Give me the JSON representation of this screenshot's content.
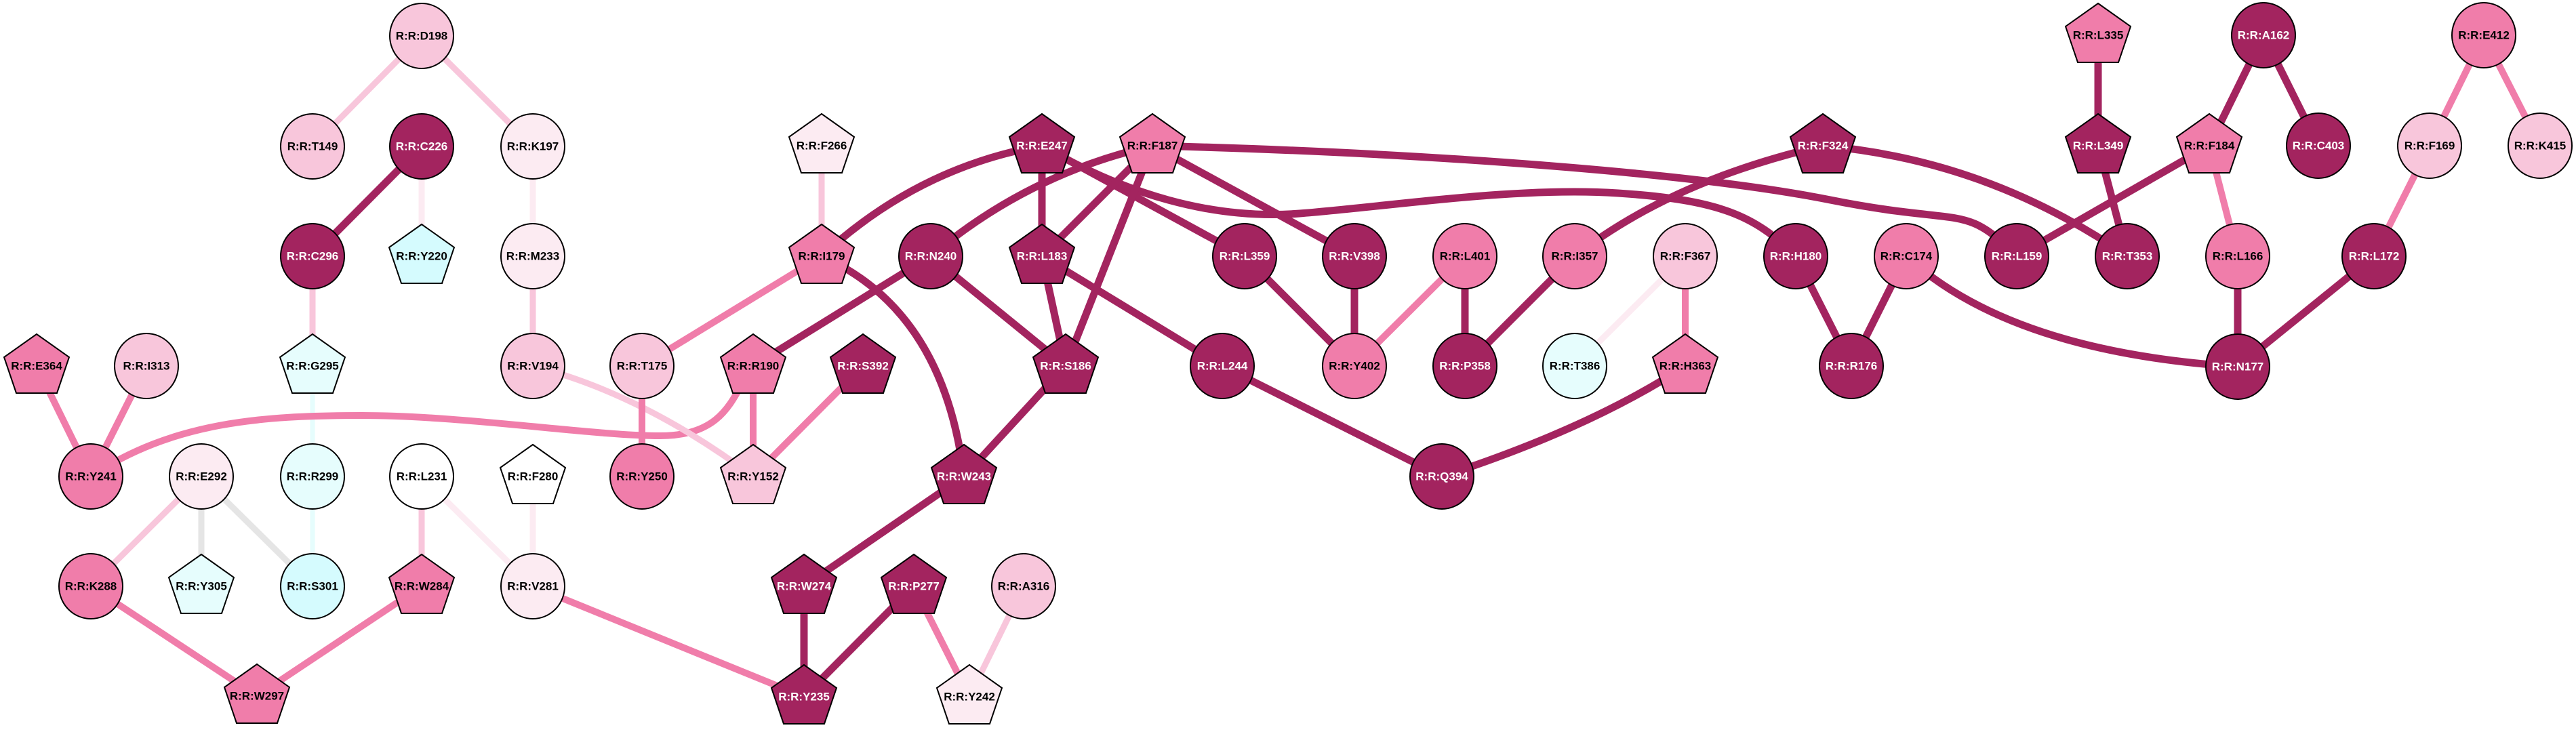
{
  "diagram": {
    "title": "Residue interaction network",
    "palette": {
      "dark": "#A3245F",
      "mid": "#F07DAA",
      "light": "#F8C6DB",
      "pale": "#FCEBF2",
      "white": "#FFFFFF",
      "cyan_light": "#E6FDFD",
      "cyan": "#D5FBFE",
      "gray": "#E5E5E5"
    },
    "label_colors": {
      "dark": "#FFFFFF",
      "mid": "#000000",
      "light": "#000000",
      "pale": "#000000",
      "white": "#000000",
      "cyan_light": "#000000",
      "cyan": "#000000"
    },
    "nodes": [
      {
        "id": "D198",
        "label": "R:R:D198",
        "shape": "circle",
        "color": "light"
      },
      {
        "id": "T149",
        "label": "R:R:T149",
        "shape": "circle",
        "color": "light"
      },
      {
        "id": "C226",
        "label": "R:R:C226",
        "shape": "circle",
        "color": "dark"
      },
      {
        "id": "K197",
        "label": "R:R:K197",
        "shape": "circle",
        "color": "pale"
      },
      {
        "id": "C296",
        "label": "R:R:C296",
        "shape": "circle",
        "color": "dark"
      },
      {
        "id": "Y220",
        "label": "R:R:Y220",
        "shape": "pentagon",
        "color": "cyan"
      },
      {
        "id": "M233",
        "label": "R:R:M233",
        "shape": "circle",
        "color": "pale"
      },
      {
        "id": "E364",
        "label": "R:R:E364",
        "shape": "pentagon",
        "color": "mid"
      },
      {
        "id": "I313",
        "label": "R:R:I313",
        "shape": "circle",
        "color": "light"
      },
      {
        "id": "G295",
        "label": "R:R:G295",
        "shape": "pentagon",
        "color": "cyan_light"
      },
      {
        "id": "V194",
        "label": "R:R:V194",
        "shape": "circle",
        "color": "light"
      },
      {
        "id": "T175",
        "label": "R:R:T175",
        "shape": "circle",
        "color": "light"
      },
      {
        "id": "R190",
        "label": "R:R:R190",
        "shape": "pentagon",
        "color": "mid"
      },
      {
        "id": "S392",
        "label": "R:R:S392",
        "shape": "pentagon",
        "color": "dark"
      },
      {
        "id": "Y241",
        "label": "R:R:Y241",
        "shape": "circle",
        "color": "mid"
      },
      {
        "id": "E292",
        "label": "R:R:E292",
        "shape": "circle",
        "color": "pale"
      },
      {
        "id": "R299",
        "label": "R:R:R299",
        "shape": "circle",
        "color": "cyan_light"
      },
      {
        "id": "L231",
        "label": "R:R:L231",
        "shape": "circle",
        "color": "white"
      },
      {
        "id": "F280",
        "label": "R:R:F280",
        "shape": "pentagon",
        "color": "white"
      },
      {
        "id": "Y250",
        "label": "R:R:Y250",
        "shape": "circle",
        "color": "mid"
      },
      {
        "id": "Y152",
        "label": "R:R:Y152",
        "shape": "pentagon",
        "color": "light"
      },
      {
        "id": "W243",
        "label": "R:R:W243",
        "shape": "pentagon",
        "color": "dark"
      },
      {
        "id": "K288",
        "label": "R:R:K288",
        "shape": "circle",
        "color": "mid"
      },
      {
        "id": "Y305",
        "label": "R:R:Y305",
        "shape": "pentagon",
        "color": "cyan_light"
      },
      {
        "id": "S301",
        "label": "R:R:S301",
        "shape": "circle",
        "color": "cyan"
      },
      {
        "id": "W284",
        "label": "R:R:W284",
        "shape": "pentagon",
        "color": "mid"
      },
      {
        "id": "V281",
        "label": "R:R:V281",
        "shape": "circle",
        "color": "pale"
      },
      {
        "id": "W274",
        "label": "R:R:W274",
        "shape": "pentagon",
        "color": "dark"
      },
      {
        "id": "P277",
        "label": "R:R:P277",
        "shape": "pentagon",
        "color": "dark"
      },
      {
        "id": "A316",
        "label": "R:R:A316",
        "shape": "circle",
        "color": "light"
      },
      {
        "id": "W297",
        "label": "R:R:W297",
        "shape": "pentagon",
        "color": "mid"
      },
      {
        "id": "Y235",
        "label": "R:R:Y235",
        "shape": "pentagon",
        "color": "dark"
      },
      {
        "id": "Y242",
        "label": "R:R:Y242",
        "shape": "pentagon",
        "color": "pale"
      },
      {
        "id": "F266",
        "label": "R:R:F266",
        "shape": "pentagon",
        "color": "pale"
      },
      {
        "id": "I179",
        "label": "R:R:I179",
        "shape": "pentagon",
        "color": "mid"
      },
      {
        "id": "N240",
        "label": "R:R:N240",
        "shape": "circle",
        "color": "dark"
      },
      {
        "id": "E247",
        "label": "R:R:E247",
        "shape": "pentagon",
        "color": "dark"
      },
      {
        "id": "F187",
        "label": "R:R:F187",
        "shape": "pentagon",
        "color": "mid"
      },
      {
        "id": "L183",
        "label": "R:R:L183",
        "shape": "pentagon",
        "color": "dark"
      },
      {
        "id": "L359",
        "label": "R:R:L359",
        "shape": "circle",
        "color": "dark"
      },
      {
        "id": "V398",
        "label": "R:R:V398",
        "shape": "circle",
        "color": "dark"
      },
      {
        "id": "L401",
        "label": "R:R:L401",
        "shape": "circle",
        "color": "mid"
      },
      {
        "id": "S186",
        "label": "R:R:S186",
        "shape": "pentagon",
        "color": "dark"
      },
      {
        "id": "L244",
        "label": "R:R:L244",
        "shape": "circle",
        "color": "dark"
      },
      {
        "id": "Y402",
        "label": "R:R:Y402",
        "shape": "circle",
        "color": "mid"
      },
      {
        "id": "P358",
        "label": "R:R:P358",
        "shape": "circle",
        "color": "dark"
      },
      {
        "id": "Q394",
        "label": "R:R:Q394",
        "shape": "circle",
        "color": "dark"
      },
      {
        "id": "F324",
        "label": "R:R:F324",
        "shape": "pentagon",
        "color": "dark"
      },
      {
        "id": "I357",
        "label": "R:R:I357",
        "shape": "circle",
        "color": "mid"
      },
      {
        "id": "F367",
        "label": "R:R:F367",
        "shape": "circle",
        "color": "light"
      },
      {
        "id": "H180",
        "label": "R:R:H180",
        "shape": "circle",
        "color": "dark"
      },
      {
        "id": "C174",
        "label": "R:R:C174",
        "shape": "circle",
        "color": "mid"
      },
      {
        "id": "T386",
        "label": "R:R:T386",
        "shape": "circle",
        "color": "cyan_light"
      },
      {
        "id": "H363",
        "label": "R:R:H363",
        "shape": "pentagon",
        "color": "mid"
      },
      {
        "id": "R176",
        "label": "R:R:R176",
        "shape": "circle",
        "color": "dark"
      },
      {
        "id": "L335",
        "label": "R:R:L335",
        "shape": "pentagon",
        "color": "mid"
      },
      {
        "id": "A162",
        "label": "R:R:A162",
        "shape": "circle",
        "color": "dark"
      },
      {
        "id": "E412",
        "label": "R:R:E412",
        "shape": "circle",
        "color": "mid"
      },
      {
        "id": "L349",
        "label": "R:R:L349",
        "shape": "pentagon",
        "color": "dark"
      },
      {
        "id": "F184",
        "label": "R:R:F184",
        "shape": "pentagon",
        "color": "mid"
      },
      {
        "id": "C403",
        "label": "R:R:C403",
        "shape": "circle",
        "color": "dark"
      },
      {
        "id": "F169",
        "label": "R:R:F169",
        "shape": "circle",
        "color": "light"
      },
      {
        "id": "K415",
        "label": "R:R:K415",
        "shape": "circle",
        "color": "light"
      },
      {
        "id": "L159",
        "label": "R:R:L159",
        "shape": "circle",
        "color": "dark"
      },
      {
        "id": "T353",
        "label": "R:R:T353",
        "shape": "circle",
        "color": "dark"
      },
      {
        "id": "L166",
        "label": "R:R:L166",
        "shape": "circle",
        "color": "mid"
      },
      {
        "id": "L172",
        "label": "R:R:L172",
        "shape": "circle",
        "color": "dark"
      },
      {
        "id": "N177",
        "label": "R:R:N177",
        "shape": "circle",
        "color": "dark"
      }
    ],
    "edges": [
      {
        "source": "D198",
        "target": "T149",
        "color": "light"
      },
      {
        "source": "D198",
        "target": "K197",
        "color": "light"
      },
      {
        "source": "C226",
        "target": "C296",
        "color": "dark"
      },
      {
        "source": "C226",
        "target": "Y220",
        "color": "pale"
      },
      {
        "source": "K197",
        "target": "M233",
        "color": "pale"
      },
      {
        "source": "M233",
        "target": "V194",
        "color": "light"
      },
      {
        "source": "C296",
        "target": "G295",
        "color": "light"
      },
      {
        "source": "G295",
        "target": "R299",
        "color": "cyan_light"
      },
      {
        "source": "R299",
        "target": "S301",
        "color": "cyan_light"
      },
      {
        "source": "E364",
        "target": "Y241",
        "color": "mid"
      },
      {
        "source": "I313",
        "target": "Y241",
        "color": "mid"
      },
      {
        "source": "Y241",
        "target": "R190",
        "color": "mid"
      },
      {
        "source": "E292",
        "target": "K288",
        "color": "light"
      },
      {
        "source": "E292",
        "target": "Y305",
        "color": "gray"
      },
      {
        "source": "E292",
        "target": "S301",
        "color": "gray"
      },
      {
        "source": "L231",
        "target": "W284",
        "color": "light"
      },
      {
        "source": "L231",
        "target": "V281",
        "color": "pale"
      },
      {
        "source": "F280",
        "target": "V281",
        "color": "pale"
      },
      {
        "source": "K288",
        "target": "W297",
        "color": "mid"
      },
      {
        "source": "W284",
        "target": "W297",
        "color": "mid"
      },
      {
        "source": "V281",
        "target": "Y235",
        "color": "mid"
      },
      {
        "source": "V194",
        "target": "Y152",
        "color": "light"
      },
      {
        "source": "T175",
        "target": "Y250",
        "color": "mid"
      },
      {
        "source": "T175",
        "target": "I179",
        "color": "mid"
      },
      {
        "source": "R190",
        "target": "Y152",
        "color": "mid"
      },
      {
        "source": "S392",
        "target": "Y152",
        "color": "mid"
      },
      {
        "source": "R190",
        "target": "N240",
        "color": "dark"
      },
      {
        "source": "F266",
        "target": "I179",
        "color": "light"
      },
      {
        "source": "I179",
        "target": "E247",
        "color": "dark"
      },
      {
        "source": "I179",
        "target": "W243",
        "color": "dark"
      },
      {
        "source": "N240",
        "target": "F187",
        "color": "dark"
      },
      {
        "source": "N240",
        "target": "S186",
        "color": "dark"
      },
      {
        "source": "E247",
        "target": "L183",
        "color": "dark"
      },
      {
        "source": "E247",
        "target": "L359",
        "color": "dark"
      },
      {
        "source": "E247",
        "target": "H180",
        "color": "dark"
      },
      {
        "source": "F187",
        "target": "L183",
        "color": "dark"
      },
      {
        "source": "F187",
        "target": "S186",
        "color": "dark"
      },
      {
        "source": "F187",
        "target": "V398",
        "color": "dark"
      },
      {
        "source": "F187",
        "target": "L159",
        "color": "dark"
      },
      {
        "source": "L183",
        "target": "S186",
        "color": "dark"
      },
      {
        "source": "L183",
        "target": "L244",
        "color": "dark"
      },
      {
        "source": "S186",
        "target": "W243",
        "color": "dark"
      },
      {
        "source": "W243",
        "target": "W274",
        "color": "dark"
      },
      {
        "source": "W274",
        "target": "Y235",
        "color": "dark"
      },
      {
        "source": "P277",
        "target": "Y235",
        "color": "dark"
      },
      {
        "source": "P277",
        "target": "Y242",
        "color": "mid"
      },
      {
        "source": "A316",
        "target": "Y242",
        "color": "light"
      },
      {
        "source": "L244",
        "target": "Q394",
        "color": "dark"
      },
      {
        "source": "L359",
        "target": "Y402",
        "color": "dark"
      },
      {
        "source": "V398",
        "target": "Y402",
        "color": "dark"
      },
      {
        "source": "L401",
        "target": "Y402",
        "color": "mid"
      },
      {
        "source": "L401",
        "target": "P358",
        "color": "dark"
      },
      {
        "source": "I357",
        "target": "P358",
        "color": "dark"
      },
      {
        "source": "F324",
        "target": "I357",
        "color": "dark"
      },
      {
        "source": "F324",
        "target": "T353",
        "color": "dark"
      },
      {
        "source": "F367",
        "target": "T386",
        "color": "pale"
      },
      {
        "source": "F367",
        "target": "H363",
        "color": "mid"
      },
      {
        "source": "H363",
        "target": "Q394",
        "color": "dark"
      },
      {
        "source": "H180",
        "target": "R176",
        "color": "dark"
      },
      {
        "source": "C174",
        "target": "R176",
        "color": "dark"
      },
      {
        "source": "C174",
        "target": "N177",
        "color": "dark"
      },
      {
        "source": "L335",
        "target": "L349",
        "color": "dark"
      },
      {
        "source": "L349",
        "target": "T353",
        "color": "dark"
      },
      {
        "source": "A162",
        "target": "F184",
        "color": "dark"
      },
      {
        "source": "A162",
        "target": "C403",
        "color": "dark"
      },
      {
        "source": "F184",
        "target": "L159",
        "color": "dark"
      },
      {
        "source": "F184",
        "target": "L166",
        "color": "mid"
      },
      {
        "source": "L166",
        "target": "N177",
        "color": "dark"
      },
      {
        "source": "L172",
        "target": "N177",
        "color": "dark"
      },
      {
        "source": "E412",
        "target": "F169",
        "color": "mid"
      },
      {
        "source": "E412",
        "target": "K415",
        "color": "mid"
      },
      {
        "source": "F169",
        "target": "L172",
        "color": "mid"
      }
    ]
  }
}
